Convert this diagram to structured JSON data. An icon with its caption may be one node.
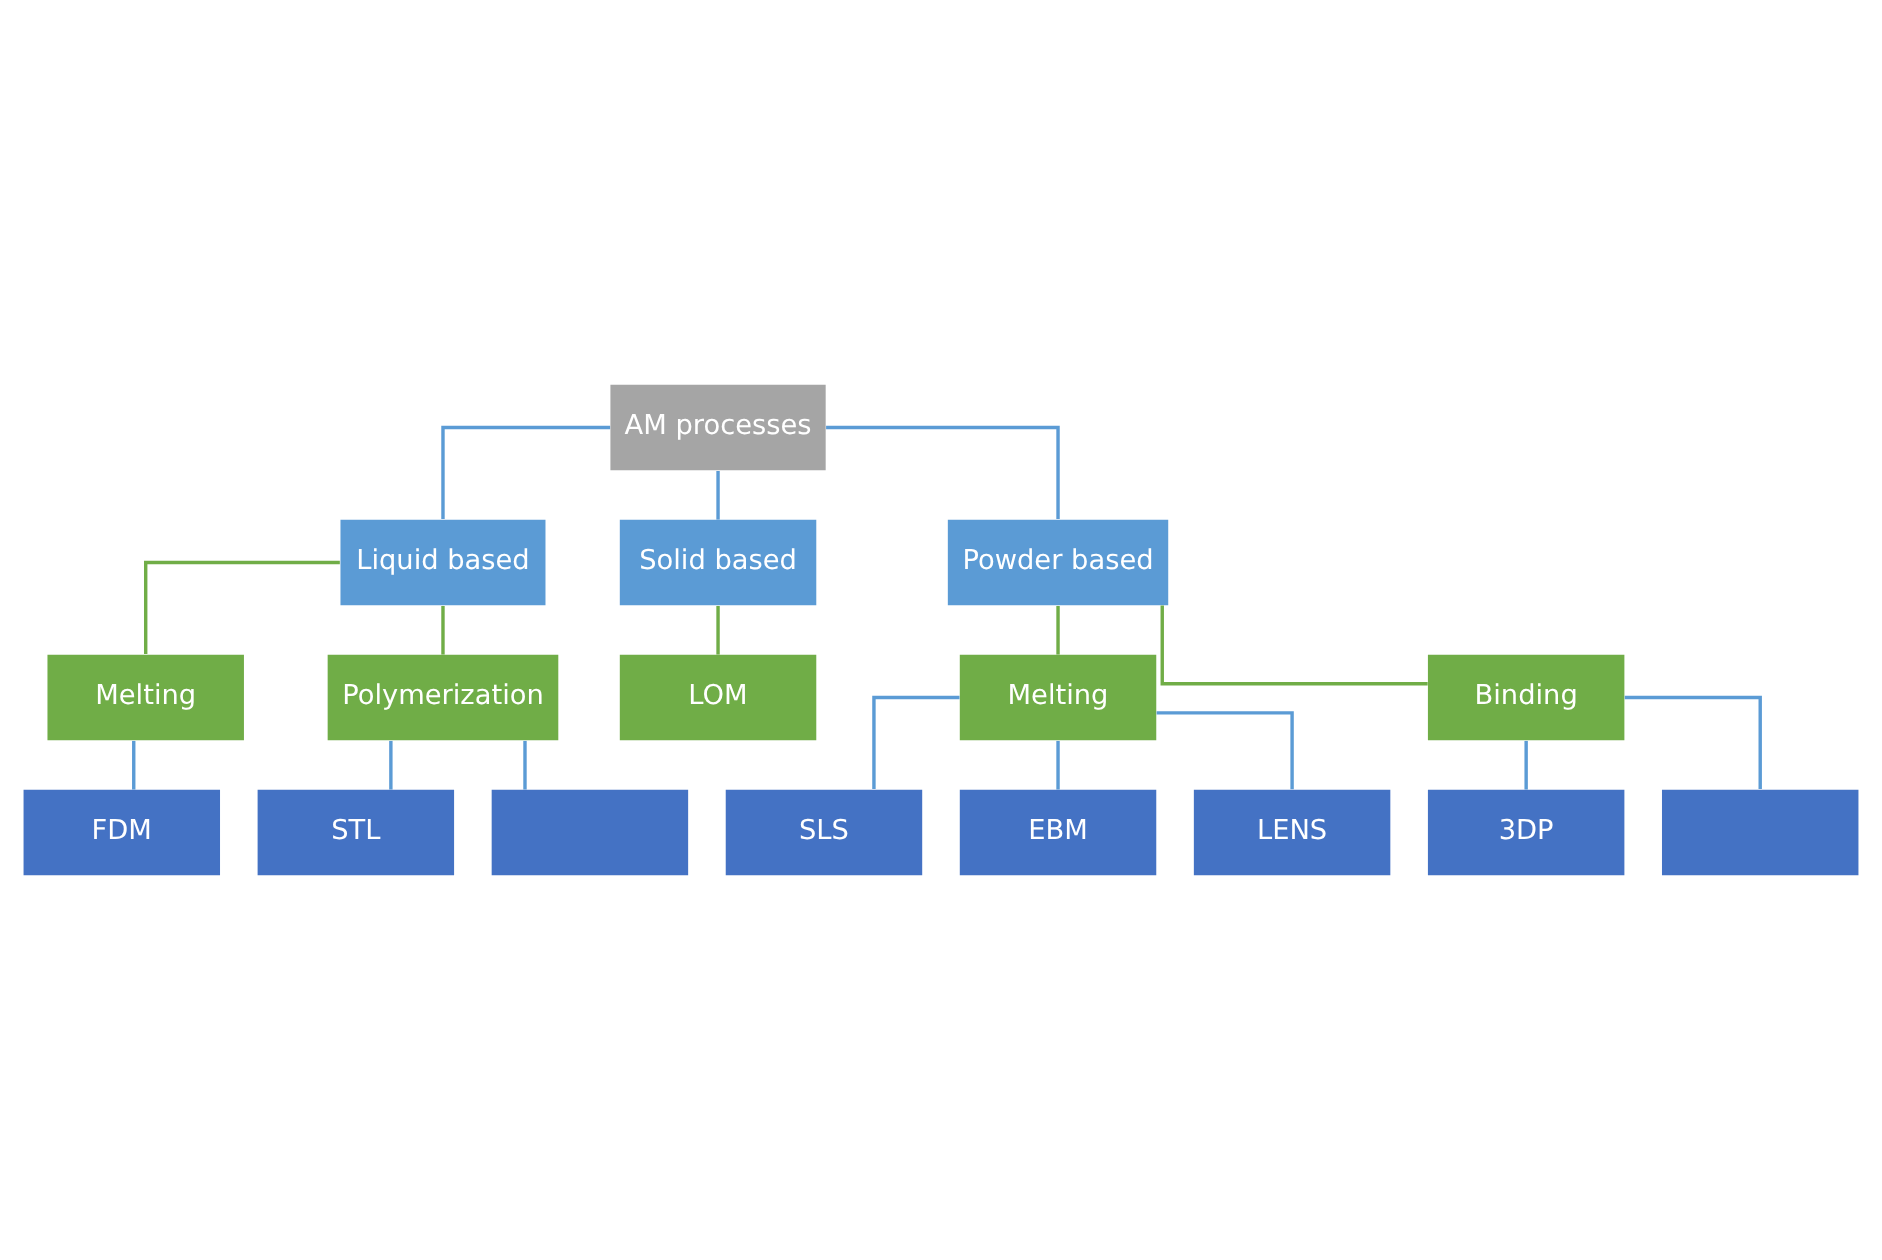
{
  "diagram": {
    "nodes": [
      {
        "text": [
          "AM processes"
        ]
      },
      {
        "text": [
          "Liquid based"
        ]
      },
      {
        "text": [
          "Solid based"
        ]
      },
      {
        "text": [
          "Powder based"
        ]
      },
      {
        "text": [
          "Melting"
        ]
      },
      {
        "text": [
          "Polymerization"
        ]
      },
      {
        "text": [
          "LOM"
        ]
      },
      {
        "text": [
          "Melting"
        ]
      },
      {
        "text": [
          "Binding"
        ]
      },
      {
        "text": [
          "FDM"
        ]
      },
      {
        "text": [
          "STL"
        ]
      },
      {
        "text": [],
        "shape": "box"
      },
      {
        "text": [
          "SLS"
        ]
      },
      {
        "text": [
          "EBM"
        ]
      },
      {
        "text": [
          "LENS"
        ]
      },
      {
        "text": [
          "3DP"
        ]
      },
      {
        "text": [],
        "shape": "box"
      }
    ],
    "edges": [
      {
        "from": 0,
        "to": 1,
        "arrow": "none"
      },
      {
        "from": 0,
        "to": 2,
        "arrow": "none"
      },
      {
        "from": 0,
        "to": 3,
        "arrow": "none"
      },
      {
        "from": 1,
        "to": 4,
        "arrow": "none",
        "color": "#70ad47"
      },
      {
        "from": 1,
        "to": 5,
        "arrow": "none",
        "color": "#70ad47"
      },
      {
        "from": 2,
        "to": 6,
        "arrow": "none",
        "color": "#70ad47"
      },
      {
        "from": 3,
        "to": 7,
        "arrow": "none",
        "color": "#70ad47"
      },
      {
        "from": 3,
        "to": 8,
        "arrow": "none",
        "color": "#70ad47"
      },
      {
        "from": 4,
        "to": 9,
        "arrow": "none"
      },
      {
        "from": 5,
        "to": 10,
        "arrow": "none"
      },
      {
        "from": 5,
        "to": 11,
        "arrow": "none"
      },
      {
        "from": 7,
        "to": 12,
        "arrow": "none"
      },
      {
        "from": 7,
        "to": 13,
        "arrow": "none"
      },
      {
        "from": 7,
        "to": 14,
        "arrow": "none"
      },
      {
        "from": 8,
        "to": 15,
        "arrow": "none"
      },
      {
        "from": 8,
        "to": 16,
        "arrow": "none"
      }
    ]
  }
}
